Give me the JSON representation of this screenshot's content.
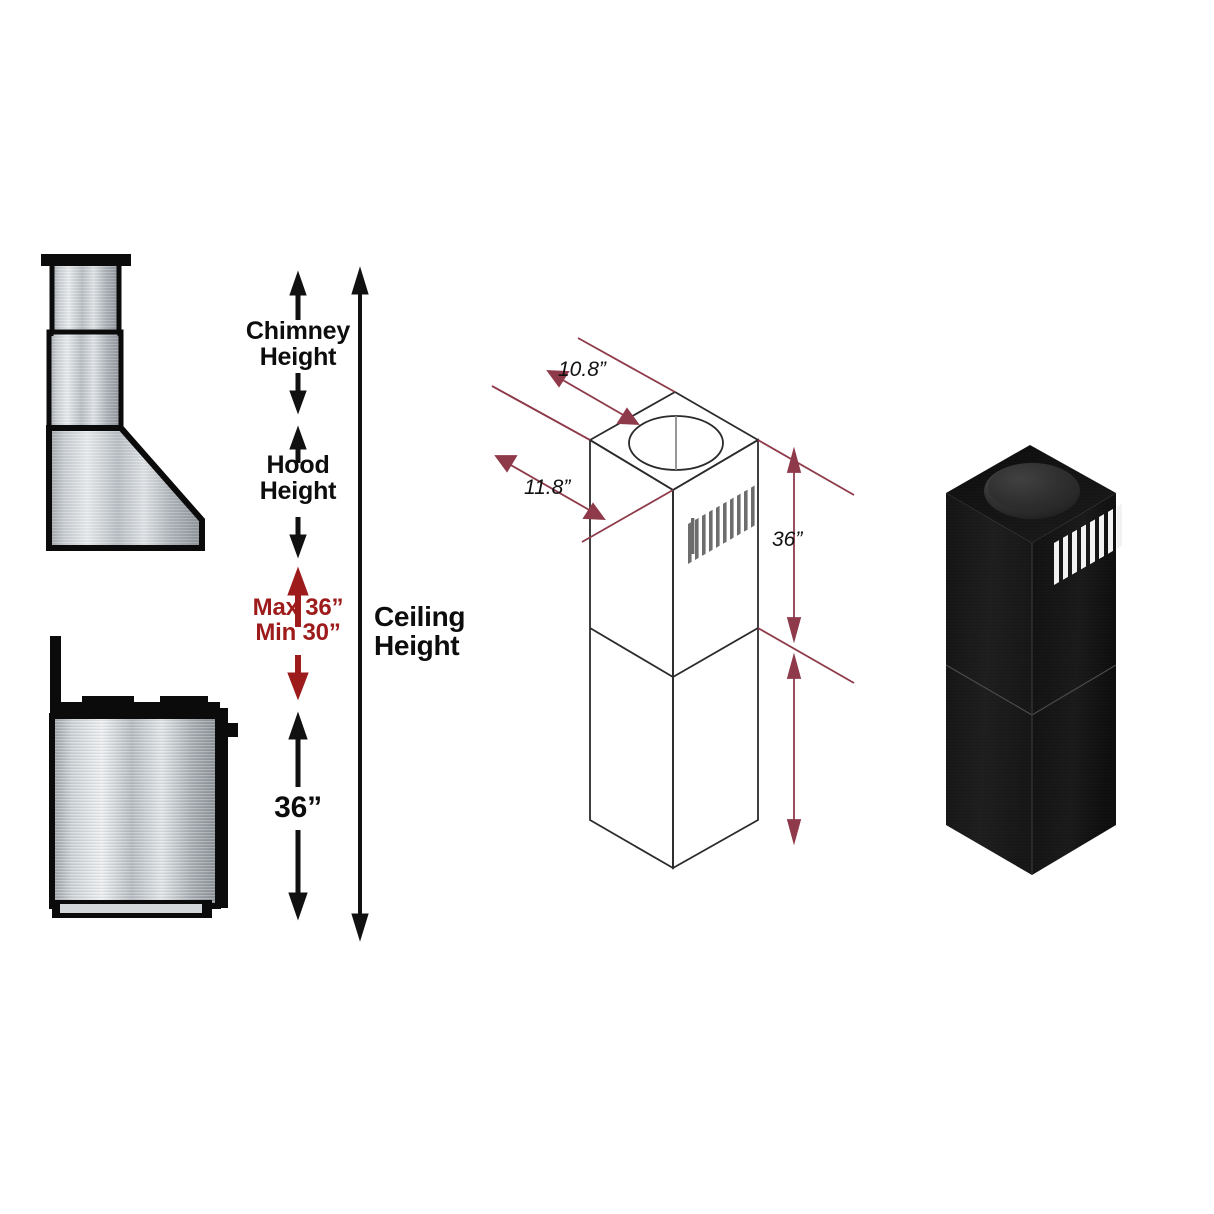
{
  "diagram": {
    "title": "Range Hood Chimney Installation Height Diagram",
    "background_color": "#ffffff",
    "accent_red": "#9e1b1b",
    "dimension_line_color": "#8e3a4a",
    "line_color": "#1a1a1a"
  },
  "measurements": {
    "chimney_height": {
      "label": "Chimney\nHeight",
      "color": "#0d0d0d"
    },
    "hood_height": {
      "label": "Hood\nHeight",
      "color": "#0d0d0d"
    },
    "clearance": {
      "label": "Max 36”\nMin 30”",
      "max_text": "Max 36”",
      "min_text": "Min 30”",
      "color": "#9e1b1b"
    },
    "counter_height": {
      "label": "36”",
      "color": "#0d0d0d"
    },
    "ceiling_height": {
      "label": "Ceiling\nHeight",
      "color": "#0d0d0d"
    }
  },
  "chimney_dimensions": {
    "top_depth": "10.8”",
    "top_width": "11.8”",
    "section_height": "36”"
  },
  "parts": {
    "hood_profile": "range-hood-side-profile",
    "range_profile": "range-oven-side-profile",
    "chimney_line_drawing": "chimney-extension-isometric-outline",
    "chimney_render": "chimney-extension-black-stainless-render"
  },
  "icons": {
    "arrow_up": "arrow-up-icon",
    "arrow_down": "arrow-down-icon",
    "double_arrow": "double-headed-arrow-icon"
  }
}
